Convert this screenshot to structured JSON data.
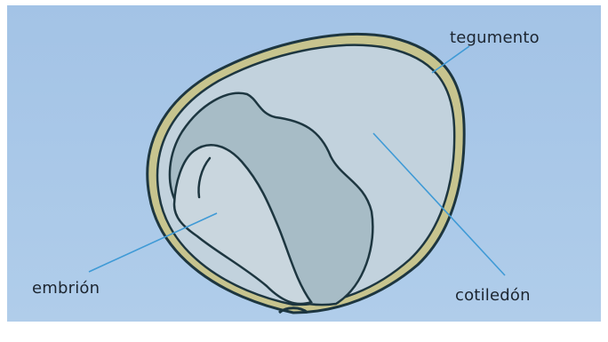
{
  "labels": {
    "tegumento": "tegumento",
    "cotiledon": "cotiledón",
    "embrion": "embrión"
  },
  "colors": {
    "page": "#a9c8ea",
    "coat_fill": "#c7c48e",
    "cotyledon_fill": "#c2d2dd",
    "inner_fill": "#a7bcc6",
    "outline": "#1d3640",
    "leader_line": "#3f9ad6",
    "label_text": "#1c2530"
  }
}
